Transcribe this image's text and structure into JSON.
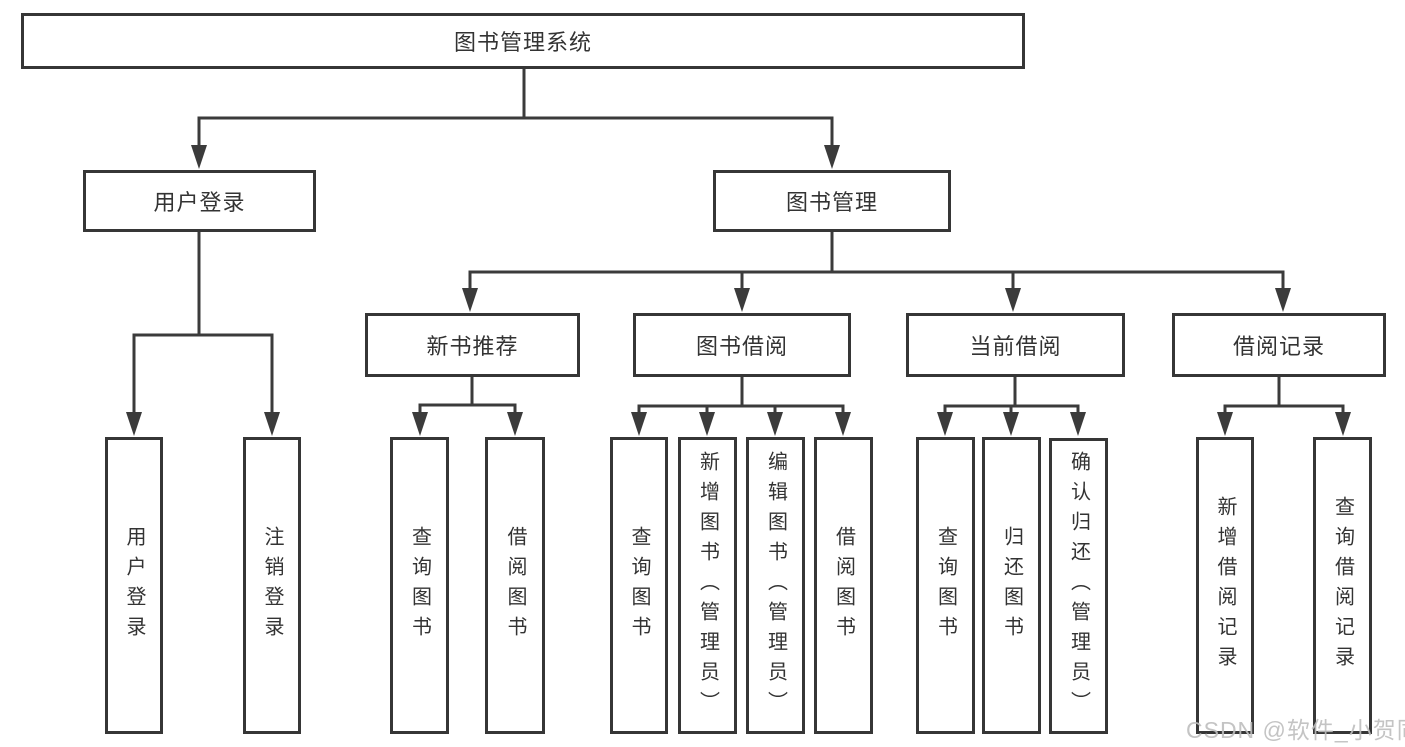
{
  "tree": {
    "root_label": "图书管理系统",
    "branches": [
      {
        "label": "用户登录",
        "leaves": [
          "用户登录",
          "注销登录"
        ]
      },
      {
        "label": "图书管理",
        "groups": [
          {
            "label": "新书推荐",
            "leaves": [
              "查询图书",
              "借阅图书"
            ]
          },
          {
            "label": "图书借阅",
            "leaves": [
              "查询图书",
              "新增图书（管理员）",
              "编辑图书（管理员）",
              "借阅图书"
            ]
          },
          {
            "label": "当前借阅",
            "leaves": [
              "查询图书",
              "归还图书",
              "确认归还（管理员）"
            ]
          },
          {
            "label": "借阅记录",
            "leaves": [
              "新增借阅记录",
              "查询借阅记录"
            ]
          }
        ]
      }
    ]
  },
  "watermark": {
    "text": "CSDN @软件_小贺同学"
  },
  "colors": {
    "line": "#3b3b3b",
    "box_border": "#363636",
    "text": "#333333",
    "watermark": "#bebebe",
    "background": "#ffffff"
  }
}
